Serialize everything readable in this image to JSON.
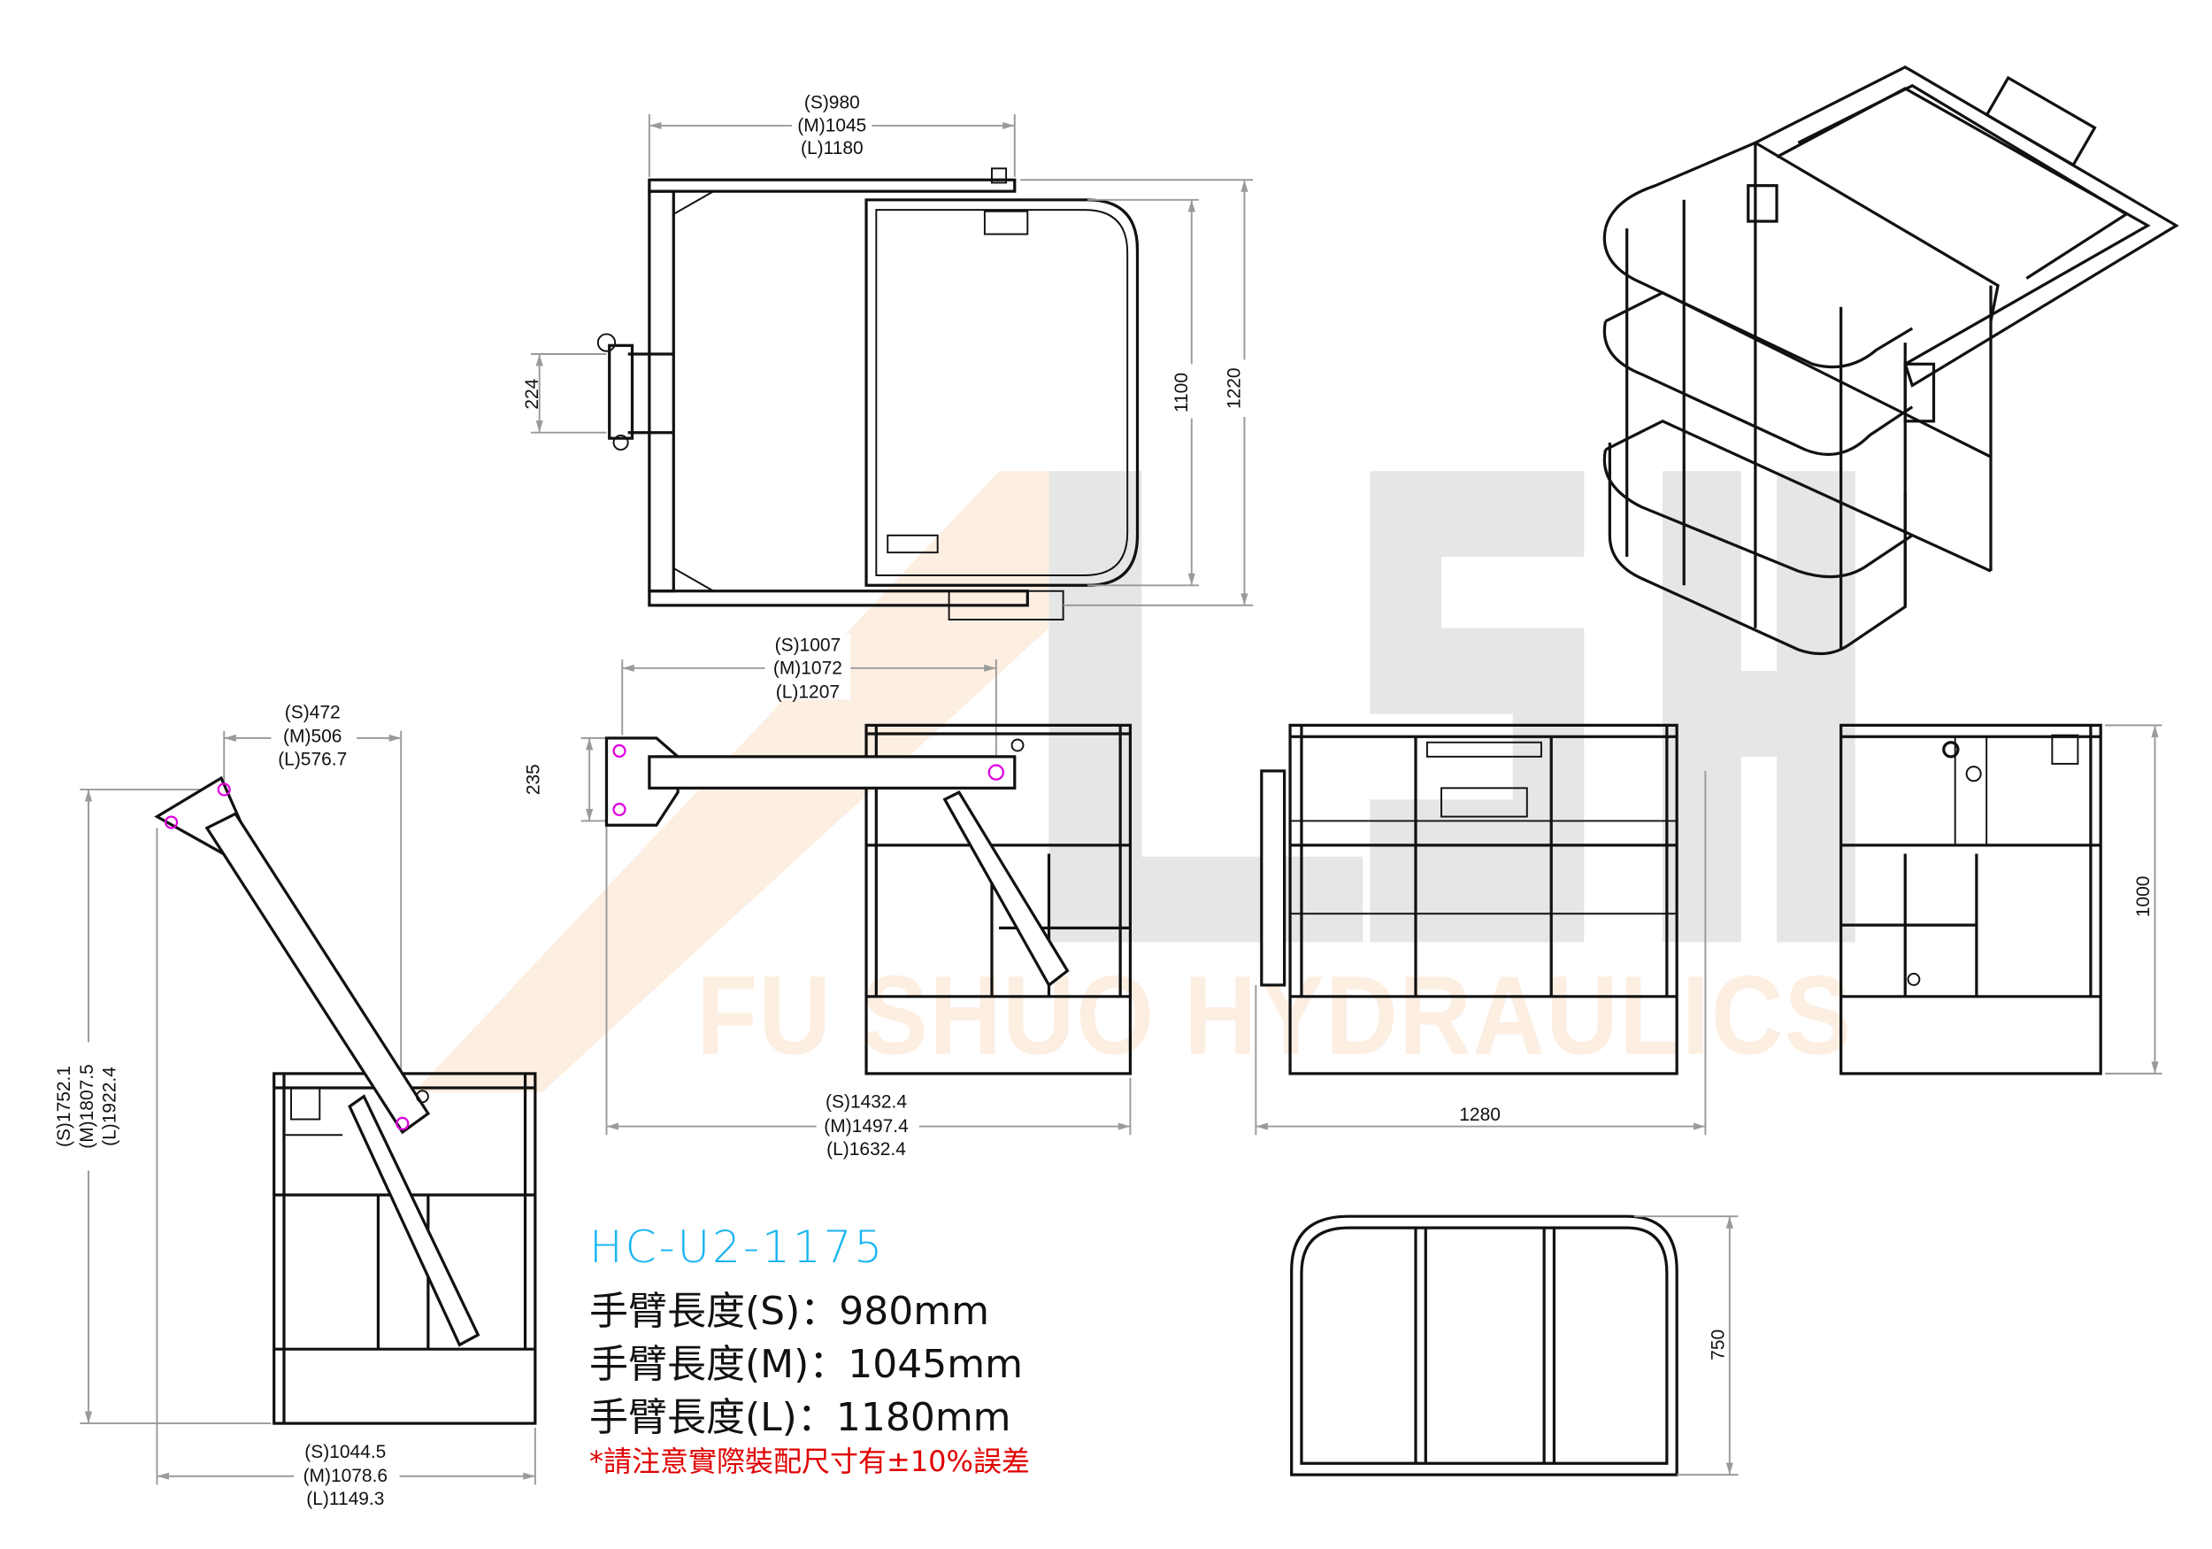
{
  "watermark": {
    "brand_text": "FU SHUO HYDRAULICS",
    "logo_letters": "LSH",
    "colors": {
      "orange": "#fdeee2",
      "gray": "#e4e4e4"
    }
  },
  "views": {
    "top_view": {
      "width_dims": [
        "(S)980",
        "(M)1045",
        "(L)1180"
      ],
      "inner_height": "1100",
      "outer_height": "1220",
      "pin_spacing": "224"
    },
    "side_view_tilted": {
      "arm_offset_dims": [
        "(S)472",
        "(M)506",
        "(L)576.7"
      ],
      "height_dims": [
        "(S)1752.1",
        "(M)1807.5",
        "(L)1922.4"
      ],
      "width_dims": [
        "(S)1044.5",
        "(M)1078.6",
        "(L)1149.3"
      ]
    },
    "side_view_level": {
      "arm_length_dims": [
        "(S)1007",
        "(M)1072",
        "(L)1207"
      ],
      "bracket_height": "235",
      "overall_dims": [
        "(S)1432.4",
        "(M)1497.4",
        "(L)1632.4"
      ]
    },
    "front_view": {
      "width": "1280"
    },
    "rear_view": {
      "height": "1000"
    },
    "plan_view": {
      "depth": "750"
    }
  },
  "spec": {
    "model": "HC-U2-1175",
    "arm_lengths": [
      {
        "label": "手臂長度(S)：980mm"
      },
      {
        "label": "手臂長度(M)：1045mm"
      },
      {
        "label": "手臂長度(L)：1180mm"
      }
    ],
    "note": "*請注意實際裝配尺寸有±10%誤差",
    "colors": {
      "model": "#19b5f0",
      "note": "#e00000"
    }
  }
}
